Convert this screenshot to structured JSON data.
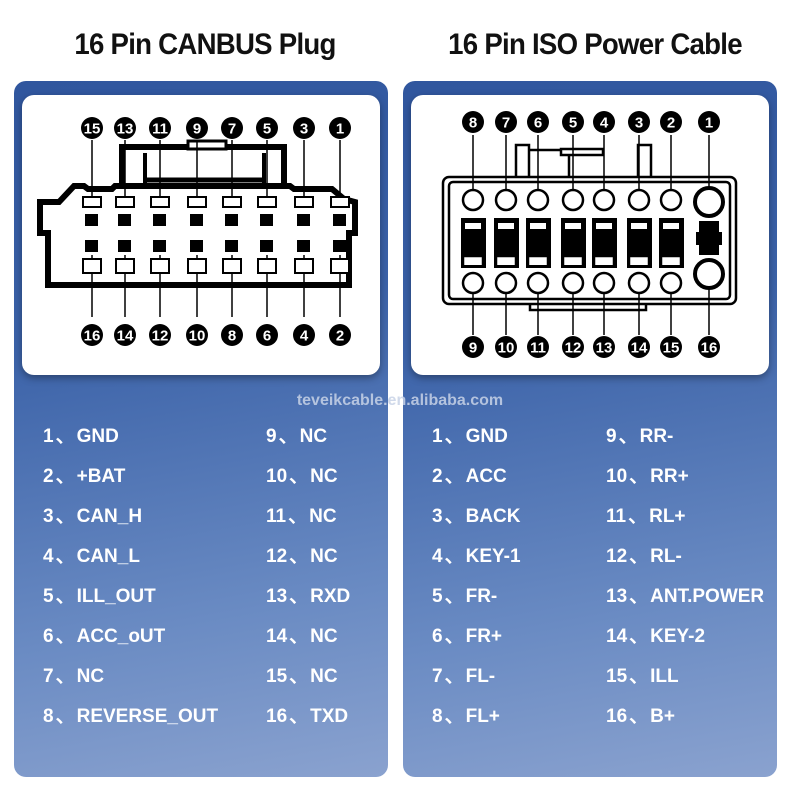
{
  "titles": {
    "left": "16 Pin CANBUS Plug",
    "right": "16 Pin ISO Power Cable"
  },
  "watermark": "teveikcable.en.alibaba.com",
  "separator": "、",
  "colors": {
    "panel_top": "#30569e",
    "panel_bottom": "#8aa2cf",
    "text": "#ffffff",
    "diagram_ink": "#000000"
  },
  "canbus": {
    "top_labels": [
      "15",
      "13",
      "11",
      "9",
      "7",
      "5",
      "3",
      "1"
    ],
    "bottom_labels": [
      "16",
      "14",
      "12",
      "10",
      "8",
      "6",
      "4",
      "2"
    ],
    "pins": [
      {
        "num": "1",
        "name": "GND"
      },
      {
        "num": "2",
        "name": "+BAT"
      },
      {
        "num": "3",
        "name": "CAN_H"
      },
      {
        "num": "4",
        "name": "CAN_L"
      },
      {
        "num": "5",
        "name": "ILL_OUT"
      },
      {
        "num": "6",
        "name": "ACC_oUT"
      },
      {
        "num": "7",
        "name": "NC"
      },
      {
        "num": "8",
        "name": "REVERSE_OUT"
      },
      {
        "num": "9",
        "name": "NC"
      },
      {
        "num": "10",
        "name": "NC"
      },
      {
        "num": "11",
        "name": "NC"
      },
      {
        "num": "12",
        "name": "NC"
      },
      {
        "num": "13",
        "name": "RXD"
      },
      {
        "num": "14",
        "name": "NC"
      },
      {
        "num": "15",
        "name": "NC"
      },
      {
        "num": "16",
        "name": "TXD"
      }
    ]
  },
  "iso": {
    "top_labels": [
      "8",
      "7",
      "6",
      "5",
      "4",
      "3",
      "2",
      "1"
    ],
    "bottom_labels": [
      "9",
      "10",
      "11",
      "12",
      "13",
      "14",
      "15",
      "16"
    ],
    "pins": [
      {
        "num": "1",
        "name": "GND"
      },
      {
        "num": "2",
        "name": "ACC"
      },
      {
        "num": "3",
        "name": "BACK"
      },
      {
        "num": "4",
        "name": "KEY-1"
      },
      {
        "num": "5",
        "name": "FR-"
      },
      {
        "num": "6",
        "name": "FR+"
      },
      {
        "num": "7",
        "name": "FL-"
      },
      {
        "num": "8",
        "name": "FL+"
      },
      {
        "num": "9",
        "name": "RR-"
      },
      {
        "num": "10",
        "name": "RR+"
      },
      {
        "num": "11",
        "name": "RL+"
      },
      {
        "num": "12",
        "name": "RL-"
      },
      {
        "num": "13",
        "name": "ANT.POWER"
      },
      {
        "num": "14",
        "name": "KEY-2"
      },
      {
        "num": "15",
        "name": "ILL"
      },
      {
        "num": "16",
        "name": "B+"
      }
    ]
  }
}
